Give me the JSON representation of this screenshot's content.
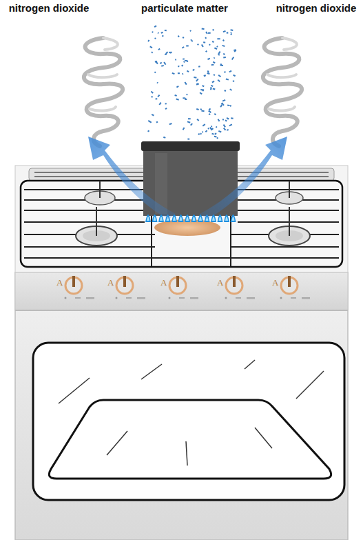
{
  "diagram": {
    "labels": [
      "nitrogen dioxide",
      "particulate matter",
      "nitrogen dioxide",
      "A",
      "A",
      "A",
      "A",
      "A"
    ]
  }
}
